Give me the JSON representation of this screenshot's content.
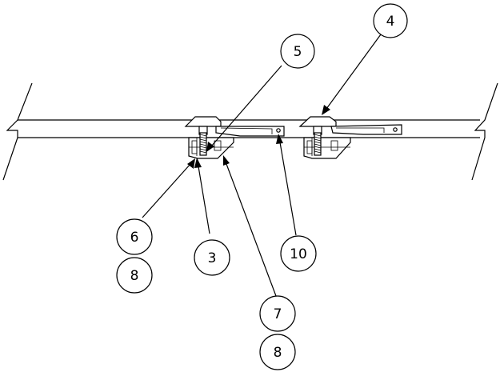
{
  "callouts": {
    "c4": "4",
    "c5": "5",
    "c6": "6",
    "c8a": "8",
    "c3": "3",
    "c10": "10",
    "c7": "7",
    "c8b": "8"
  }
}
